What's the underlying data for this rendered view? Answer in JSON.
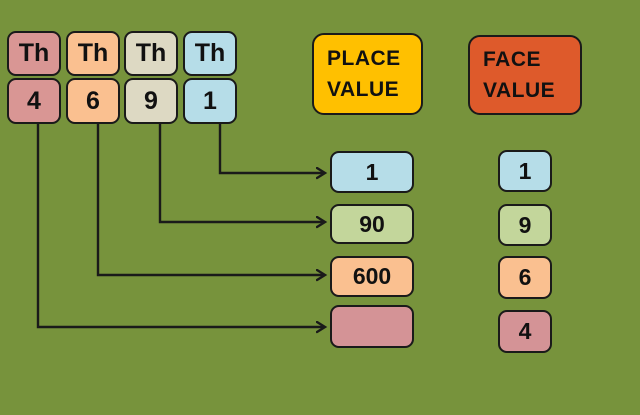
{
  "background_color": "#77933C",
  "columns": [
    {
      "header": "Th",
      "digit": "4",
      "color": "#D99694"
    },
    {
      "header": "Th",
      "digit": "6",
      "color": "#FAC090"
    },
    {
      "header": "Th",
      "digit": "9",
      "color": "#DDD9C3"
    },
    {
      "header": "Th",
      "digit": "1",
      "color": "#B6DDE8"
    }
  ],
  "place_value": {
    "title": "PLACE VALUE",
    "title_color": "#FFC000",
    "rows": [
      {
        "value": "1",
        "color": "#B6DDE8"
      },
      {
        "value": "90",
        "color": "#C3D69B"
      },
      {
        "value": "600",
        "color": "#FAC090"
      },
      {
        "value": "",
        "color": "#D49396"
      }
    ]
  },
  "face_value": {
    "title": "FACE VALUE",
    "title_color": "#DE5A2B",
    "rows": [
      {
        "value": "1",
        "color": "#B6DDE8"
      },
      {
        "value": "9",
        "color": "#C3D69B"
      },
      {
        "value": "6",
        "color": "#FAC090"
      },
      {
        "value": "4",
        "color": "#D49396"
      }
    ]
  },
  "connections": [
    {
      "from_digit": "1",
      "to_place_value": "1"
    },
    {
      "from_digit": "9",
      "to_place_value": "90"
    },
    {
      "from_digit": "6",
      "to_place_value": "600"
    },
    {
      "from_digit": "4",
      "to_place_value": ""
    }
  ],
  "arrow_color": "#1a1a1a"
}
